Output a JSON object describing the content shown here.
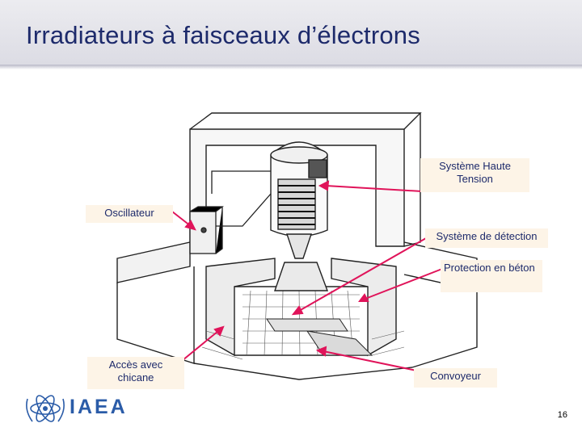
{
  "title": "Irradiateurs à faisceaux d’électrons",
  "labels": {
    "haute_tension": "Système Haute Tension",
    "oscillateur": "Oscillateur",
    "detection": "Système de détection",
    "protection": "Protection en béton",
    "acces": "Accès avec chicane",
    "convoyeur": "Convoyeur"
  },
  "logo": {
    "text": "IAEA"
  },
  "page_number": "16",
  "colors": {
    "title": "#1d2a6b",
    "arrow": "#e0145a",
    "label_bg": "#fdf4e7",
    "logo": "#2b5ca8"
  }
}
